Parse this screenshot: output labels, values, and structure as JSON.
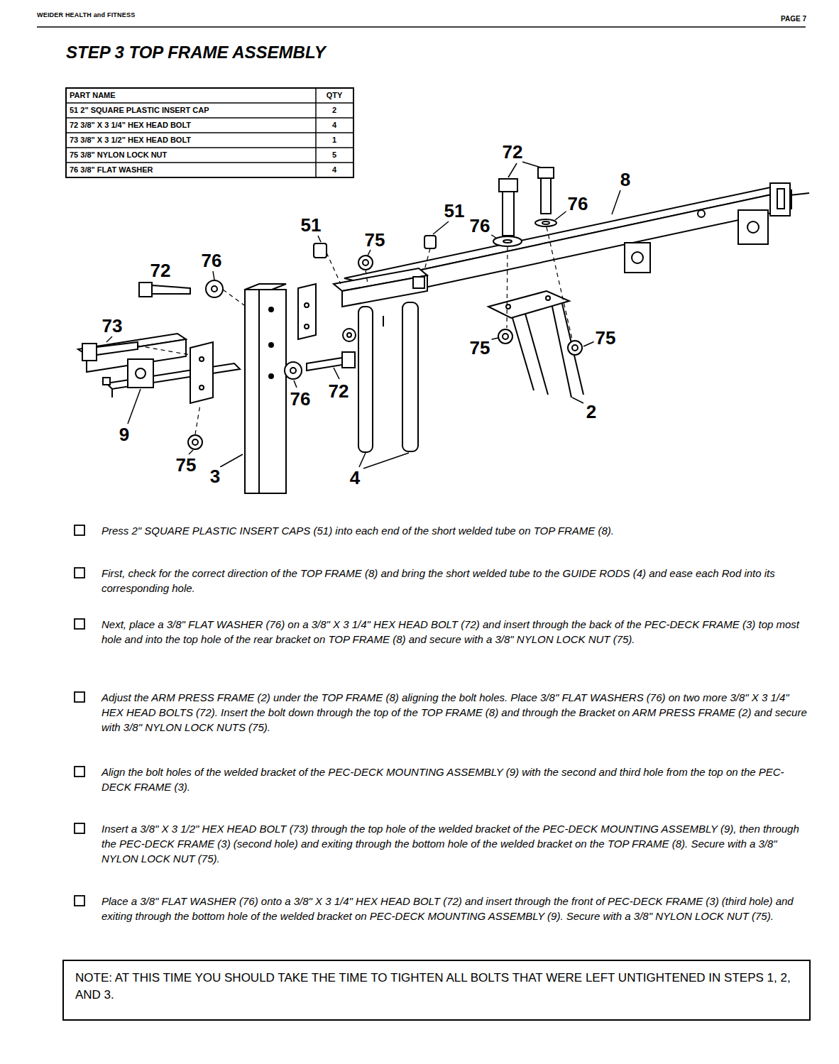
{
  "diagram": {
    "title": "STEP 3 TOP FRAME ASSEMBLY",
    "nodes": [
      {
        "text": [
          "NOTE: AT THIS TIME YOU SHOULD TAKE THE TIME TO TIGHTEN ALL BOLTS THAT WERE LEFT UNTIGHTENED IN STEPS 1, 2, AND 3."
        ]
      }
    ],
    "labels": [
      "WEIDER HEALTH and FITNESS",
      "PAGE 7",
      "PART NAME",
      "QTY",
      "51 2\" SQUARE PLASTIC INSERT CAP",
      "2",
      "72 3/8\" X 3 1/4\" HEX HEAD BOLT",
      "4",
      "73 3/8\" X 3 1/2\" HEX HEAD BOLT",
      "1",
      "75 3/8\" NYLON LOCK NUT",
      "5",
      "76 3/8\" FLAT WASHER",
      "4",
      "72",
      "8",
      "76",
      "51",
      "76",
      "51",
      "75",
      "72",
      "76",
      "73",
      "75",
      "75",
      "76",
      "72",
      "9",
      "75",
      "3",
      "4",
      "2",
      "Press 2\" SQUARE PLASTIC INSERT CAPS (51) into each end of the short welded tube on TOP FRAME (8).",
      "First, check for the correct direction of the TOP FRAME (8) and bring the short welded tube to the GUIDE RODS (4) and ease each Rod into its corresponding hole.",
      "Next, place a 3/8\" FLAT WASHER (76) on a 3/8\" X 3 1/4\" HEX HEAD BOLT (72) and insert through the back of the PEC-DECK FRAME (3) top most hole and into the top hole of the rear bracket on TOP FRAME (8) and secure with a 3/8\" NYLON LOCK NUT (75).",
      "Adjust the ARM PRESS FRAME (2) under the TOP FRAME (8) aligning the bolt holes. Place 3/8\" FLAT WASHERS (76) on two more 3/8\" X 3 1/4\" HEX HEAD BOLTS (72). Insert the bolt down through the top of the TOP FRAME (8) and through the Bracket on ARM PRESS FRAME (2) and secure with 3/8\" NYLON LOCK NUTS (75).",
      "Align the bolt holes of the welded bracket of the PEC-DECK MOUNTING ASSEMBLY (9) with the second and third hole from the top on the PEC-DECK FRAME (3).",
      "Insert a 3/8\" X 3 1/2\" HEX HEAD BOLT (73) through the top hole of the welded bracket of the PEC-DECK MOUNTING ASSEMBLY (9), then through the PEC-DECK FRAME (3) (second hole) and exiting through the bottom hole of the welded bracket on the TOP FRAME (8). Secure with a 3/8\" NYLON LOCK NUT (75).",
      "Place a 3/8\" FLAT WASHER (76) onto a 3/8\" X 3 1/4\" HEX HEAD BOLT (72) and insert through the front of PEC-DECK FRAME (3) (third hole) and exiting through the bottom hole of the welded bracket on PEC-DECK MOUNTING ASSEMBLY (9). Secure with a 3/8\" NYLON LOCK NUT (75)."
    ]
  }
}
